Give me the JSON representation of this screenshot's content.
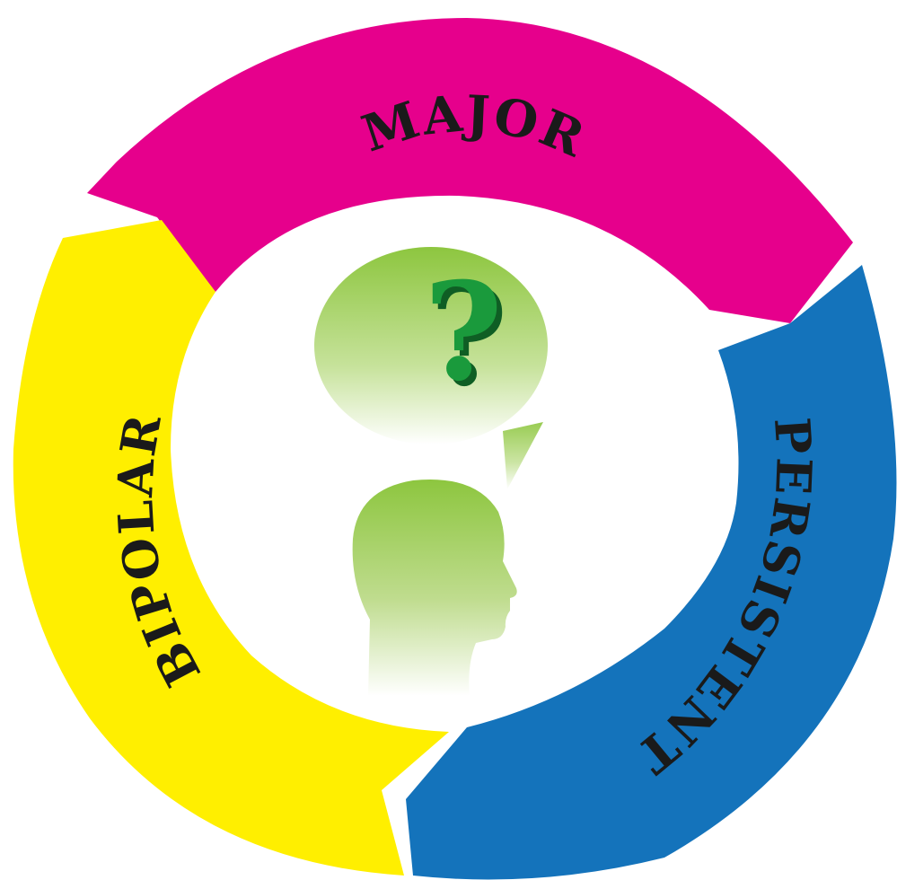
{
  "diagram": {
    "segments": [
      {
        "label": "MAJOR",
        "color": "#E6008C"
      },
      {
        "label": "PERSISTENT",
        "color": "#1473BB"
      },
      {
        "label": "BIPOLAR",
        "color": "#FFEF00"
      }
    ],
    "center": {
      "question_mark": "?",
      "bubble_color_top": "#8DC63F",
      "bubble_color_bottom": "#FFFFFF",
      "question_color": "#1A9A3C",
      "icon": "head-silhouette-icon"
    }
  }
}
